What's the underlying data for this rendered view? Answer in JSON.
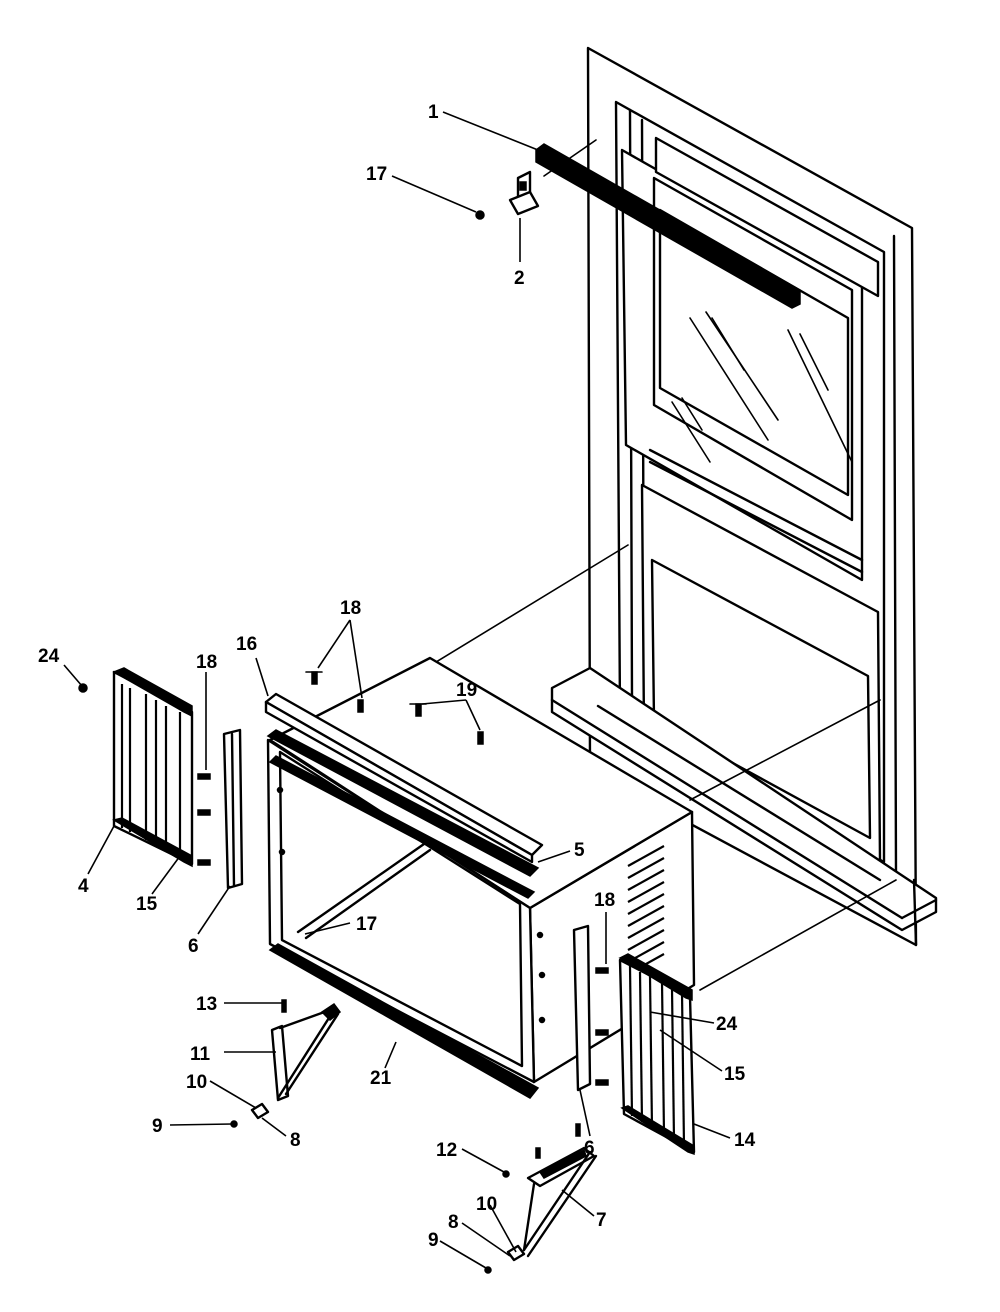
{
  "callouts": [
    {
      "id": "c1",
      "text": "1"
    },
    {
      "id": "c2",
      "text": "17"
    },
    {
      "id": "c3",
      "text": "2"
    },
    {
      "id": "c4",
      "text": "18"
    },
    {
      "id": "c5",
      "text": "16"
    },
    {
      "id": "c6",
      "text": "24"
    },
    {
      "id": "c7",
      "text": "18"
    },
    {
      "id": "c8",
      "text": "19"
    },
    {
      "id": "c9",
      "text": "4"
    },
    {
      "id": "c10",
      "text": "15"
    },
    {
      "id": "c11",
      "text": "6"
    },
    {
      "id": "c12",
      "text": "5"
    },
    {
      "id": "c13",
      "text": "17"
    },
    {
      "id": "c14",
      "text": "18"
    },
    {
      "id": "c15",
      "text": "13"
    },
    {
      "id": "c16",
      "text": "11"
    },
    {
      "id": "c17",
      "text": "21"
    },
    {
      "id": "c18",
      "text": "10"
    },
    {
      "id": "c19",
      "text": "9"
    },
    {
      "id": "c20",
      "text": "8"
    },
    {
      "id": "c21",
      "text": "24"
    },
    {
      "id": "c22",
      "text": "15"
    },
    {
      "id": "c23",
      "text": "6"
    },
    {
      "id": "c24",
      "text": "14"
    },
    {
      "id": "c25",
      "text": "12"
    },
    {
      "id": "c26",
      "text": "7"
    },
    {
      "id": "c27",
      "text": "10"
    },
    {
      "id": "c28",
      "text": "8"
    },
    {
      "id": "c29",
      "text": "9"
    }
  ]
}
